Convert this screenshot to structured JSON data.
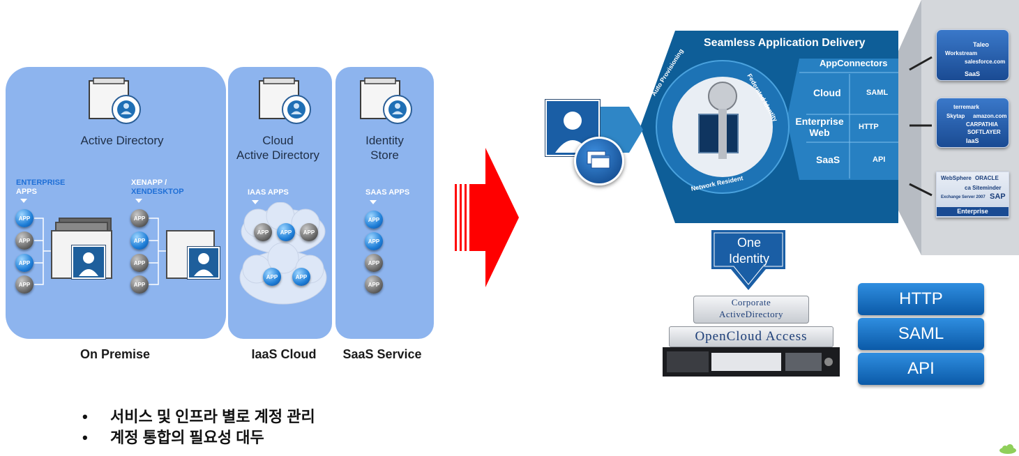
{
  "left": {
    "on_premise": {
      "title": "Active Directory",
      "caption": "On Premise",
      "enterprise_label": [
        "ENTERPRISE",
        "APPS"
      ],
      "xen_label": [
        "XENAPP /",
        "XENDESKTOP"
      ],
      "app_text": "APP"
    },
    "iaas": {
      "title_line1": "Cloud",
      "title_line2": "Active Directory",
      "caption": "IaaS Cloud",
      "apps_label": "IAAS APPS"
    },
    "saas": {
      "title_line1": "Identity",
      "title_line2": "Store",
      "caption": "SaaS Service",
      "apps_label": "SAAS APPS"
    }
  },
  "bullets": [
    "서비스 및 인프라 별로 계정 관리",
    "계정 통합의 필요성 대두"
  ],
  "right": {
    "hex_title": "Seamless Application Delivery",
    "appconnectors": "AppConnectors",
    "ring_labels": {
      "top_left": "Auto Provisioning",
      "top_right": "Federated Identity",
      "bottom": "Network Resident"
    },
    "connectors": [
      {
        "left": "Cloud",
        "right": "SAML"
      },
      {
        "left": "Enterprise Web",
        "right": "HTTP"
      },
      {
        "left": "SaaS",
        "right": "API"
      }
    ],
    "one_identity": [
      "One",
      "Identity"
    ],
    "corporate_ad": [
      "Corporate",
      "ActiveDirectory"
    ],
    "opencloud": "OpenCloud Access",
    "protocols": [
      "HTTP",
      "SAML",
      "API"
    ],
    "tiles": [
      {
        "label": "SaaS",
        "brands": [
          "Taleo",
          "Workstream",
          "salesforce.com"
        ]
      },
      {
        "label": "IaaS",
        "brands": [
          "terremark",
          "Skytap",
          "amazon.com",
          "CARPATHIA",
          "SOFTLAYER"
        ]
      },
      {
        "label": "Enterprise",
        "brands": [
          "WebSphere",
          "ORACLE",
          "ca Siteminder",
          "Exchange Server 2007",
          "SAP"
        ]
      }
    ]
  },
  "colors": {
    "panel": "#8db4ee",
    "arrow": "#ff0000",
    "hex": "#0d5d96",
    "dark_blue": "#1a5ea5"
  }
}
